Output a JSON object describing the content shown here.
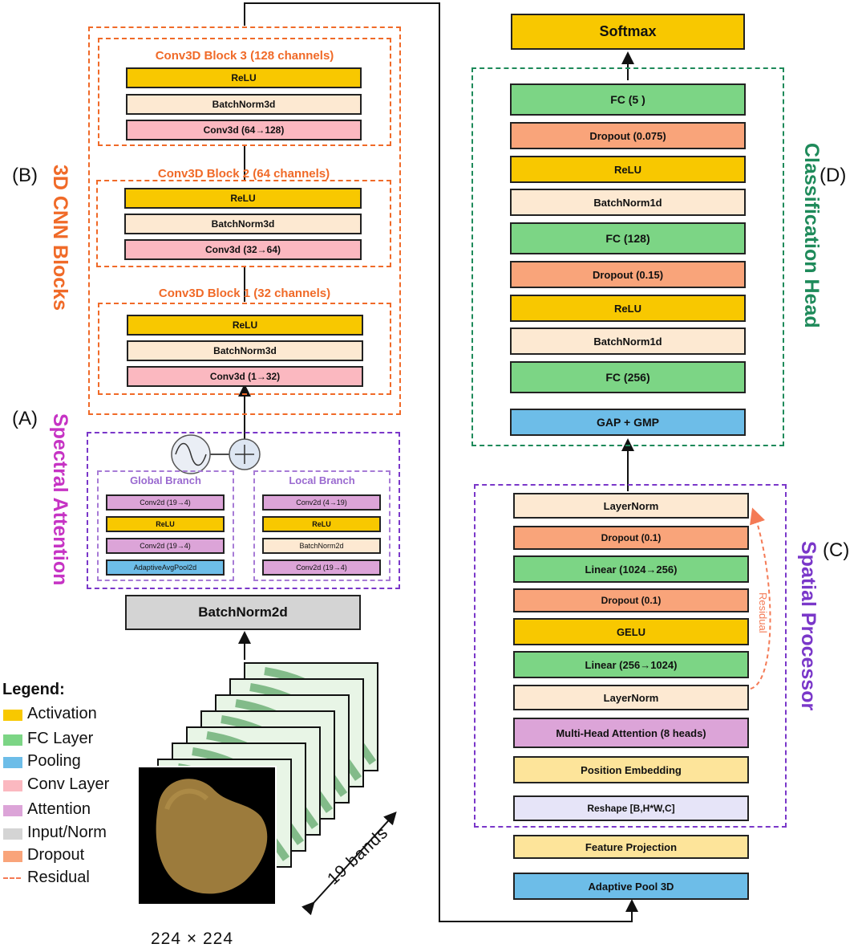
{
  "colors": {
    "activation": "#f8c800",
    "fc": "#7cd585",
    "pooling": "#6dbde8",
    "conv": "#fbb8c0",
    "attention": "#dca4d8",
    "norm": "#d4d4d4",
    "dropout": "#f9a47a",
    "batchnorm": "#fde9d2",
    "projection": "#fde49a",
    "reshape": "#e6e4f8",
    "orange": "#f06a28",
    "purple": "#7a37c9",
    "magenta": "#c633c4",
    "green": "#1e8a5a",
    "residual": "#f47a55"
  },
  "labels": {
    "b": "(B)",
    "a": "(A)",
    "d": "(D)",
    "c": "(C)",
    "cnn_blocks": "3D CNN Blocks",
    "spectral_attention": "Spectral Attention",
    "classification_head": "Classification Head",
    "spatial_processor": "Spatial Processor",
    "residual": "Residual",
    "size": "224 × 224",
    "bands": "19 bands"
  },
  "cnn": {
    "block3": {
      "title": "Conv3D Block 3 (128 channels)",
      "relu": "ReLU",
      "bn": "BatchNorm3d",
      "conv": "Conv3d (64→128)"
    },
    "block2": {
      "title": "Conv3D Block 2 (64 channels)",
      "relu": "ReLU",
      "bn": "BatchNorm3d",
      "conv": "Conv3d (32→64)"
    },
    "block1": {
      "title": "Conv3D Block 1 (32 channels)",
      "relu": "ReLU",
      "bn": "BatchNorm3d",
      "conv": "Conv3d (1→32)"
    }
  },
  "spectral": {
    "global": {
      "title": "Global Branch",
      "items": [
        "Conv2d (19→4)",
        "ReLU",
        "Conv2d (19→4)",
        "AdaptiveAvgPool2d"
      ]
    },
    "local": {
      "title": "Local Branch",
      "items": [
        "Conv2d (4→19)",
        "ReLU",
        "BatchNorm2d",
        "Conv2d (19→4)"
      ]
    },
    "input_norm": "BatchNorm2d"
  },
  "head": {
    "softmax": "Softmax",
    "items": [
      "FC (5 )",
      "Dropout (0.075)",
      "ReLU",
      "BatchNorm1d",
      "FC (128)",
      "Dropout (0.15)",
      "ReLU",
      "BatchNorm1d",
      "FC (256)",
      "GAP + GMP"
    ]
  },
  "spatial": {
    "items": [
      "LayerNorm",
      "Dropout (0.1)",
      "Linear (1024→256)",
      "Dropout (0.1)",
      "GELU",
      "Linear (256→1024)",
      "LayerNorm",
      "Multi-Head Attention (8 heads)",
      "Position Embedding",
      "Reshape [B,H*W,C]"
    ],
    "feature_projection": "Feature Projection",
    "adaptive_pool": "Adaptive Pool 3D"
  },
  "legend": {
    "title": "Legend:",
    "items": [
      {
        "label": "Activation",
        "color": "#f8c800"
      },
      {
        "label": "FC Layer",
        "color": "#7cd585"
      },
      {
        "label": "Pooling",
        "color": "#6dbde8"
      },
      {
        "label": "Conv Layer",
        "color": "#fbb8c0"
      },
      {
        "label": "Attention",
        "color": "#dca4d8"
      },
      {
        "label": "Input/Norm",
        "color": "#d4d4d4"
      },
      {
        "label": "Dropout",
        "color": "#f9a47a"
      },
      {
        "label": "Residual",
        "color": "#f47a55"
      }
    ]
  }
}
